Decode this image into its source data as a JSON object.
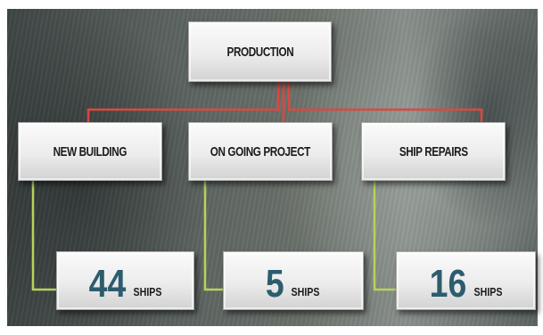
{
  "root": {
    "label": "PRODUCTION"
  },
  "categories": [
    {
      "label": "NEW BUILDING",
      "count": "44",
      "unit": "SHIPS"
    },
    {
      "label": "ON GOING PROJECT",
      "count": "5",
      "unit": "SHIPS"
    },
    {
      "label": "SHIP REPAIRS",
      "count": "16",
      "unit": "SHIPS"
    }
  ],
  "colors": {
    "connector_top": "#e0463e",
    "connector_bottom": "#b6d35a",
    "number": "#2c5d6e"
  }
}
